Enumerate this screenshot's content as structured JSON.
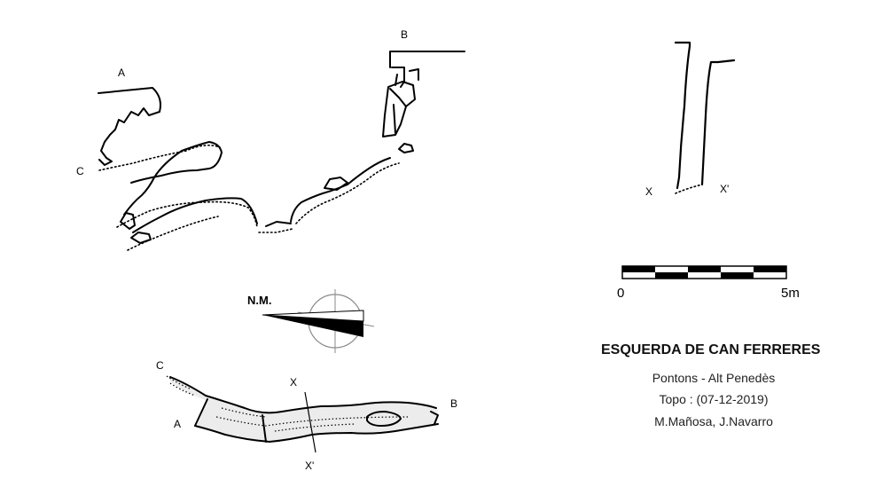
{
  "section": {
    "label_a": "A",
    "label_b": "B",
    "label_c": "C"
  },
  "profile": {
    "label_x": "X",
    "label_x_prime": "X'"
  },
  "plan": {
    "label_a": "A",
    "label_b": "B",
    "label_c": "C",
    "label_x": "X",
    "label_x_prime": "X'"
  },
  "north": {
    "label": "N.M."
  },
  "scale": {
    "start_label": "0",
    "end_label": "5m",
    "segments": 5
  },
  "info": {
    "title": "ESQUERDA DE CAN FERRERES",
    "location": "Pontons - Alt Penedès",
    "survey_date": "Topo : (07-12-2019)",
    "authors": "M.Mañosa, J.Navarro"
  },
  "colors": {
    "ink": "#000000",
    "compass_ring": "#8a8a8a"
  }
}
